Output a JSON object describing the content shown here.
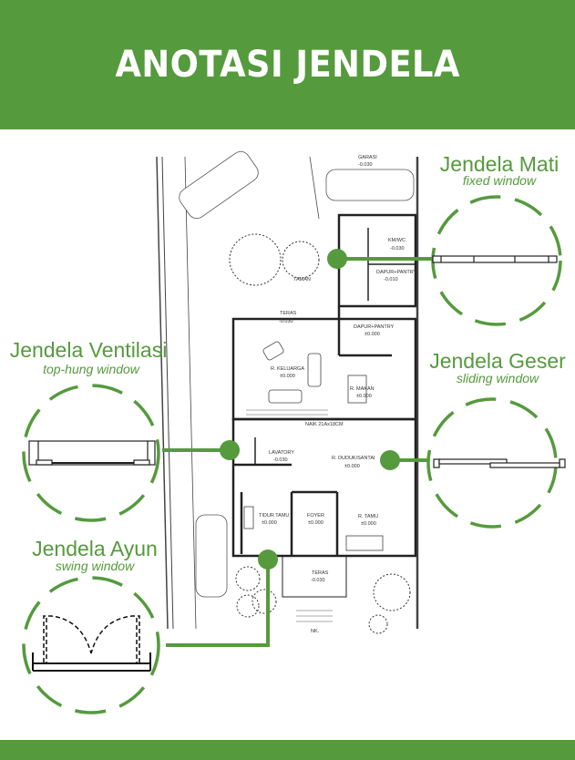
{
  "title": "ANOTASI JENDELA",
  "accent_color": "#559a3d",
  "windows": [
    {
      "name": "Jendela Mati",
      "subtitle": "fixed window"
    },
    {
      "name": "Jendela Ventilasi",
      "subtitle": "top-hung window"
    },
    {
      "name": "Jendela Geser",
      "subtitle": "sliding window"
    },
    {
      "name": "Jendela Ayun",
      "subtitle": "swing window"
    }
  ],
  "floor_plan": {
    "rooms": [
      {
        "name": "GARASI",
        "level": "-0.030"
      },
      {
        "name": "TAMAN"
      },
      {
        "name": "KM/WC",
        "level": "-0.030"
      },
      {
        "name": "DAPUR+PANTRY",
        "level": "-0.010"
      },
      {
        "name": "TERAS",
        "level": "-0.030"
      },
      {
        "name": "DAPUR+PANTRY",
        "level": "±0.000"
      },
      {
        "name": "R. KELUARGA",
        "level": "±0.000"
      },
      {
        "name": "R. MAKAN",
        "level": "±0.000"
      },
      {
        "name": "LAVATORY",
        "level": "-0.030"
      },
      {
        "name": "R. DUDUK/SANTAI",
        "level": "±0.000"
      },
      {
        "name": "TIDUR TAMU",
        "level": "±0.000"
      },
      {
        "name": "FOYER",
        "level": "±0.000"
      },
      {
        "name": "R. TAMU",
        "level": "±0.000"
      },
      {
        "name": "TERAS",
        "level": "-0.030"
      }
    ],
    "stair_note": "NAIK 21Ax18CM",
    "nk_label": "NK."
  }
}
